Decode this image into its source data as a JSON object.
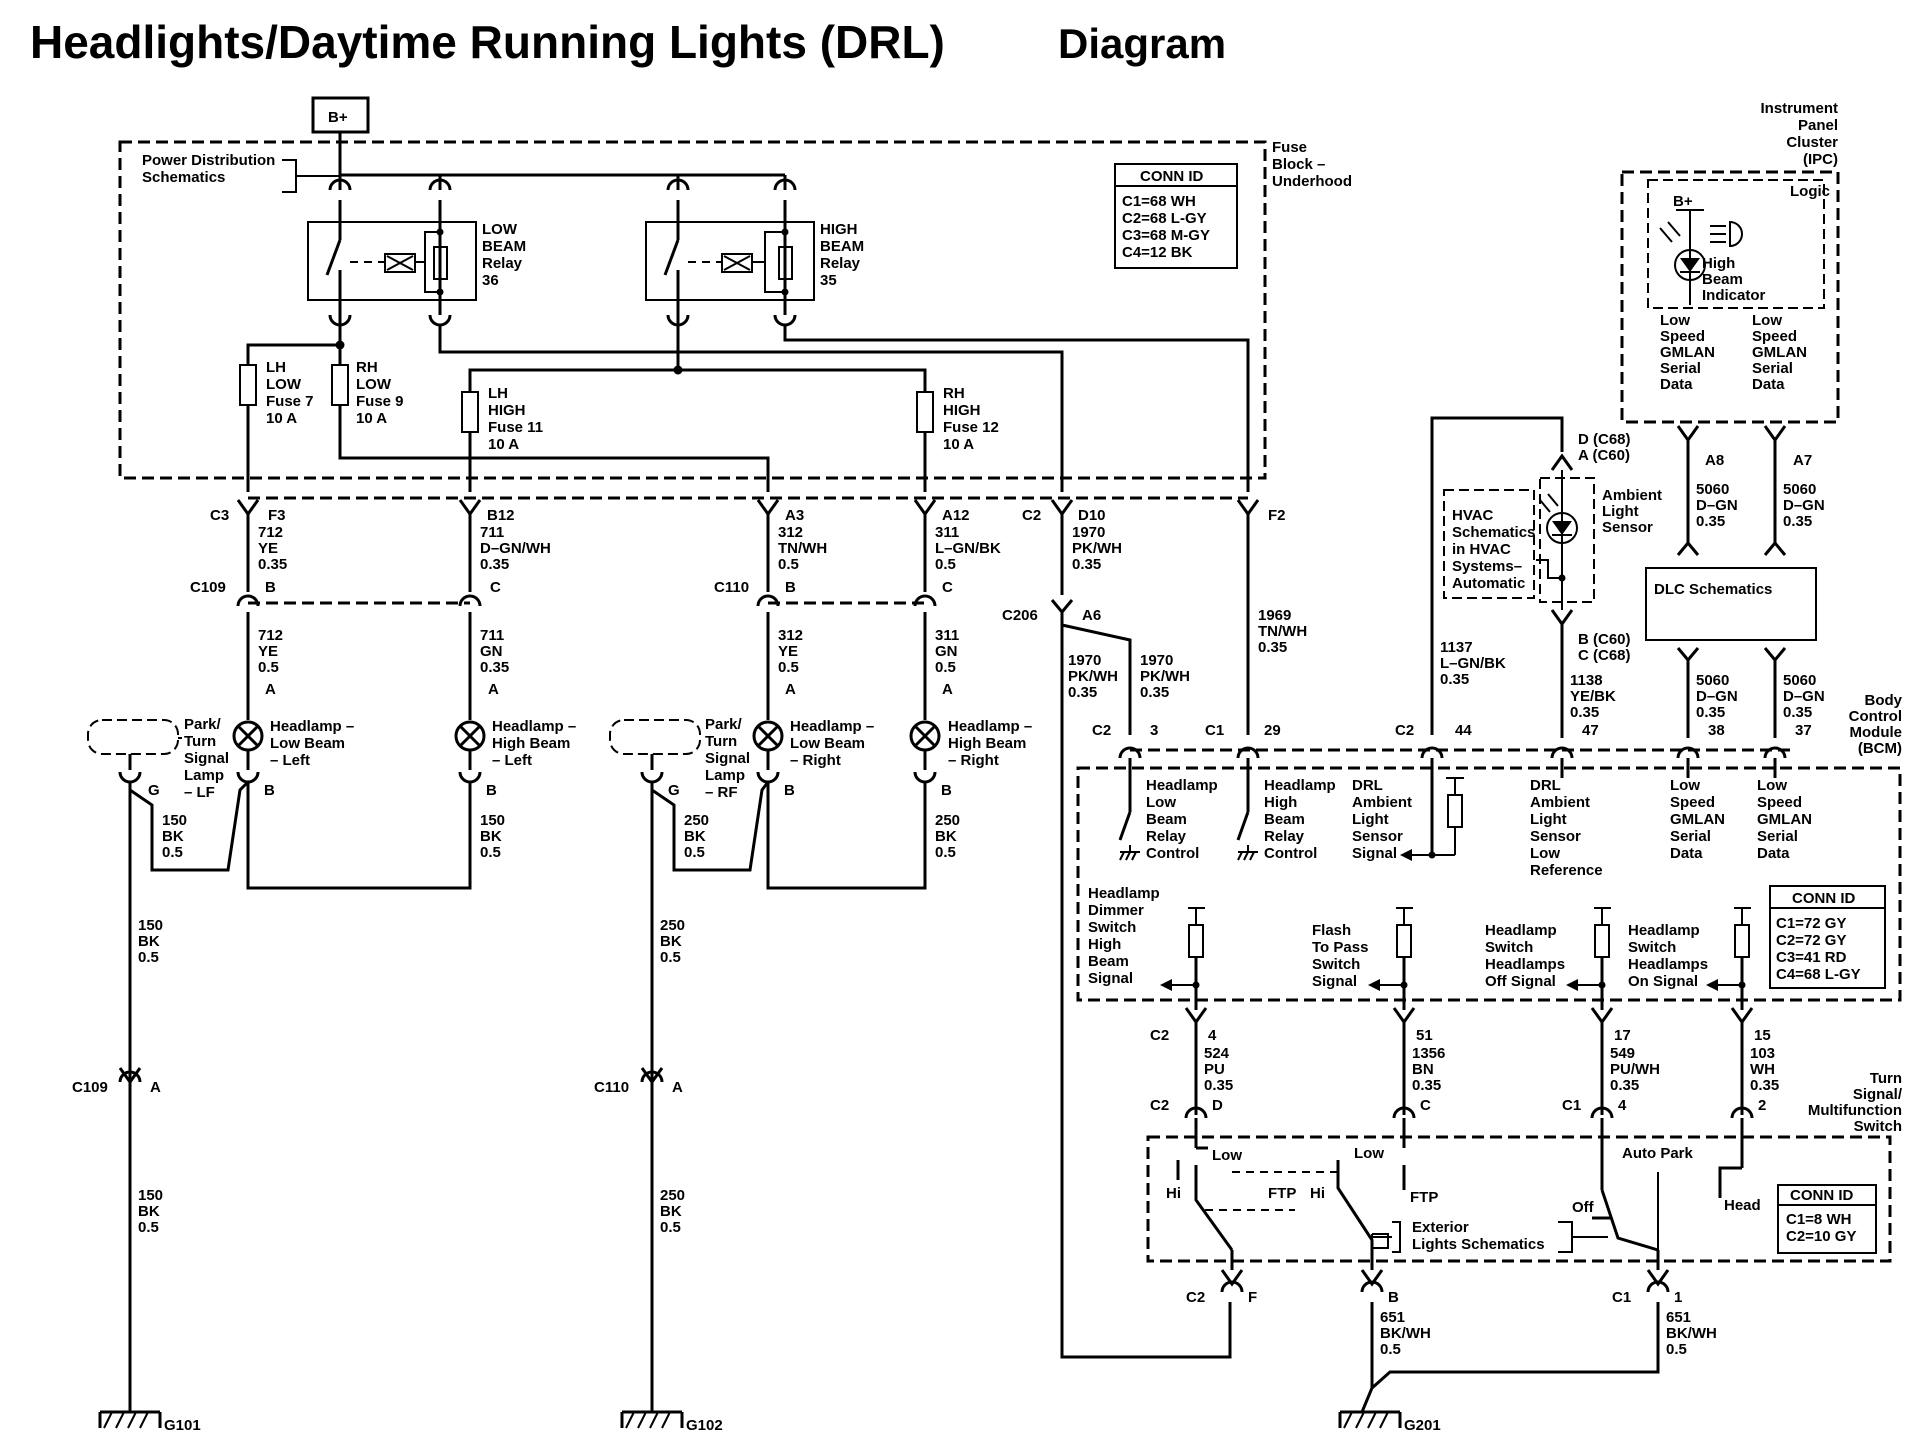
{
  "title": "Headlights/Daytime Running Lights (DRL)",
  "title_suffix": "Diagram",
  "bplus": "B+",
  "labels": {
    "power_dist": [
      "Power Distribution",
      "Schematics"
    ],
    "fuse_block": [
      "Fuse",
      "Block –",
      "Underhood"
    ],
    "low_relay": [
      "LOW",
      "BEAM",
      "Relay",
      "36"
    ],
    "high_relay": [
      "HIGH",
      "BEAM",
      "Relay",
      "35"
    ],
    "fuse7": [
      "LH",
      "LOW",
      "Fuse 7",
      "10 A"
    ],
    "fuse9": [
      "RH",
      "LOW",
      "Fuse 9",
      "10 A"
    ],
    "fuse11": [
      "LH",
      "HIGH",
      "Fuse 11",
      "10 A"
    ],
    "fuse12": [
      "RH",
      "HIGH",
      "Fuse 12",
      "10 A"
    ],
    "ipc": [
      "Instrument",
      "Panel",
      "Cluster",
      "(IPC)"
    ],
    "logic": "Logic",
    "ipc_bplus": "B+",
    "high_beam_ind": [
      "High",
      "Beam",
      "Indicator"
    ],
    "gmlan_low_1": [
      "Low",
      "Speed",
      "GMLAN",
      "Serial",
      "Data"
    ],
    "gmlan_low_2": [
      "Low",
      "Speed",
      "GMLAN",
      "Serial",
      "Data"
    ],
    "ambient_sensor": [
      "Ambient",
      "Light",
      "Sensor"
    ],
    "hvac": [
      "HVAC",
      "Schematics",
      "in HVAC",
      "Systems–",
      "Automatic"
    ],
    "sensor_top_pins": [
      "D (C68)",
      "A (C60)"
    ],
    "sensor_bot_pins": [
      "B (C60)",
      "C (C68)"
    ],
    "dlc": "DLC Schematics",
    "bcm": [
      "Body",
      "Control",
      "Module",
      "(BCM)"
    ],
    "bcm_in1": [
      "Headlamp",
      "Low",
      "Beam",
      "Relay",
      "Control"
    ],
    "bcm_in2": [
      "Headlamp",
      "High",
      "Beam",
      "Relay",
      "Control"
    ],
    "bcm_in3": [
      "DRL",
      "Ambient",
      "Light",
      "Sensor",
      "Signal"
    ],
    "bcm_in4": [
      "DRL",
      "Ambient",
      "Light",
      "Sensor",
      "Low",
      "Reference"
    ],
    "bcm_in5": [
      "Low",
      "Speed",
      "GMLAN",
      "Serial",
      "Data"
    ],
    "bcm_in6": [
      "Low",
      "Speed",
      "GMLAN",
      "Serial",
      "Data"
    ],
    "bcm_in7": [
      "Headlamp",
      "Dimmer",
      "Switch",
      "High",
      "Beam",
      "Signal"
    ],
    "bcm_in8": [
      "Flash",
      "To Pass",
      "Switch",
      "Signal"
    ],
    "bcm_in9": [
      "Headlamp",
      "Switch",
      "Headlamps",
      "Off Signal"
    ],
    "bcm_in10": [
      "Headlamp",
      "Switch",
      "Headlamps",
      "On Signal"
    ],
    "turn_switch": [
      "Turn",
      "Signal/",
      "Multifunction",
      "Switch"
    ],
    "ext_lights": [
      "Exterior",
      "Lights Schematics"
    ],
    "hl_low_left": [
      "Headlamp –",
      "Low Beam",
      "– Left"
    ],
    "hl_high_left": [
      "Headlamp –",
      "High Beam",
      "– Left"
    ],
    "hl_low_right": [
      "Headlamp –",
      "Low Beam",
      "– Right"
    ],
    "hl_high_right": [
      "Headlamp –",
      "High Beam",
      "– Right"
    ],
    "park_lf": [
      "Park/",
      "Turn",
      "Signal",
      "Lamp",
      "– LF"
    ],
    "park_rf": [
      "Park/",
      "Turn",
      "Signal",
      "Lamp",
      "– RF"
    ],
    "sw_low1": "Low",
    "sw_hi1": "Hi",
    "sw_ftp1": "FTP",
    "sw_low2": "Low",
    "sw_hi2": "Hi",
    "sw_ftp2": "FTP",
    "sw_autopark": "Auto Park",
    "sw_off": "Off",
    "sw_head": "Head"
  },
  "conn_fuse": {
    "title": "CONN ID",
    "lines": [
      "C1=68 WH",
      "C2=68 L-GY",
      "C3=68 M-GY",
      "C4=12 BK"
    ]
  },
  "conn_bcm": {
    "title": "CONN ID",
    "lines": [
      "C1=72 GY",
      "C2=72 GY",
      "C3=41 RD",
      "C4=68 L-GY"
    ]
  },
  "conn_switch": {
    "title": "CONN ID",
    "lines": [
      "C1=8 WH",
      "C2=10 GY"
    ]
  },
  "connectors": {
    "c3": "C3",
    "c2a": "C2",
    "c109a": "C109",
    "c110a": "C110",
    "c206": "C206",
    "c109b": "C109",
    "c110b": "C110",
    "bcm_c2a": "C2",
    "bcm_c1": "C1",
    "bcm_c2b": "C2",
    "sw_c2a": "C2",
    "sw_c2b": "C2",
    "sw_c1a": "C1",
    "sw_c2c": "C2",
    "sw_c1b": "C1"
  },
  "pins": {
    "f3": "F3",
    "b12": "B12",
    "a3": "A3",
    "a12": "A12",
    "d10": "D10",
    "f2": "F2",
    "c109_b": "B",
    "c109_c": "C",
    "c110_b": "B",
    "c110_c": "C",
    "c206_a6": "A6",
    "lamp_a1": "A",
    "lamp_a2": "A",
    "lamp_a3": "A",
    "lamp_a4": "A",
    "lamp_b1": "B",
    "lamp_b2": "B",
    "lamp_b3": "B",
    "lamp_b4": "B",
    "park_g1": "G",
    "park_g2": "G",
    "c109_a": "A",
    "c110_a": "A",
    "bcm_3": "3",
    "bcm_29": "29",
    "bcm_44": "44",
    "bcm_47": "47",
    "bcm_38": "38",
    "bcm_37": "37",
    "ipc_a8": "A8",
    "ipc_a7": "A7",
    "sw_4": "4",
    "sw_51": "51",
    "sw_17": "17",
    "sw_15": "15",
    "sw_d": "D",
    "sw_c": "C",
    "sw_4b": "4",
    "sw_2": "2",
    "sw_f": "F",
    "sw_b": "B",
    "sw_1": "1"
  },
  "wires": {
    "w712_1": [
      "712",
      "YE",
      "0.35"
    ],
    "w711_1": [
      "711",
      "D–GN/WH",
      "0.35"
    ],
    "w312_1": [
      "312",
      "TN/WH",
      "0.5"
    ],
    "w311_1": [
      "311",
      "L–GN/BK",
      "0.5"
    ],
    "w1970_1": [
      "1970",
      "PK/WH",
      "0.35"
    ],
    "w712_2": [
      "712",
      "YE",
      "0.5"
    ],
    "w711_2": [
      "711",
      "GN",
      "0.35"
    ],
    "w312_2": [
      "312",
      "YE",
      "0.5"
    ],
    "w311_2": [
      "311",
      "GN",
      "0.5"
    ],
    "w1970_2": [
      "1970",
      "PK/WH",
      "0.35"
    ],
    "w1970_3": [
      "1970",
      "PK/WH",
      "0.35"
    ],
    "w1969": [
      "1969",
      "TN/WH",
      "0.35"
    ],
    "w150_1": [
      "150",
      "BK",
      "0.5"
    ],
    "w150_2": [
      "150",
      "BK",
      "0.5"
    ],
    "w150_3": [
      "150",
      "BK",
      "0.5"
    ],
    "w150_4": [
      "150",
      "BK",
      "0.5"
    ],
    "w250_1": [
      "250",
      "BK",
      "0.5"
    ],
    "w250_2": [
      "250",
      "BK",
      "0.5"
    ],
    "w250_3": [
      "250",
      "BK",
      "0.5"
    ],
    "w250_4": [
      "250",
      "BK",
      "0.5"
    ],
    "w1137": [
      "1137",
      "L–GN/BK",
      "0.35"
    ],
    "w1138": [
      "1138",
      "YE/BK",
      "0.35"
    ],
    "w5060_1": [
      "5060",
      "D–GN",
      "0.35"
    ],
    "w5060_2": [
      "5060",
      "D–GN",
      "0.35"
    ],
    "w5060_3": [
      "5060",
      "D–GN",
      "0.35"
    ],
    "w5060_4": [
      "5060",
      "D–GN",
      "0.35"
    ],
    "w524": [
      "524",
      "PU",
      "0.35"
    ],
    "w1356": [
      "1356",
      "BN",
      "0.35"
    ],
    "w549": [
      "549",
      "PU/WH",
      "0.35"
    ],
    "w103": [
      "103",
      "WH",
      "0.35"
    ],
    "w651_1": [
      "651",
      "BK/WH",
      "0.5"
    ],
    "w651_2": [
      "651",
      "BK/WH",
      "0.5"
    ]
  },
  "grounds": {
    "g101": "G101",
    "g102": "G102",
    "g201": "G201"
  }
}
